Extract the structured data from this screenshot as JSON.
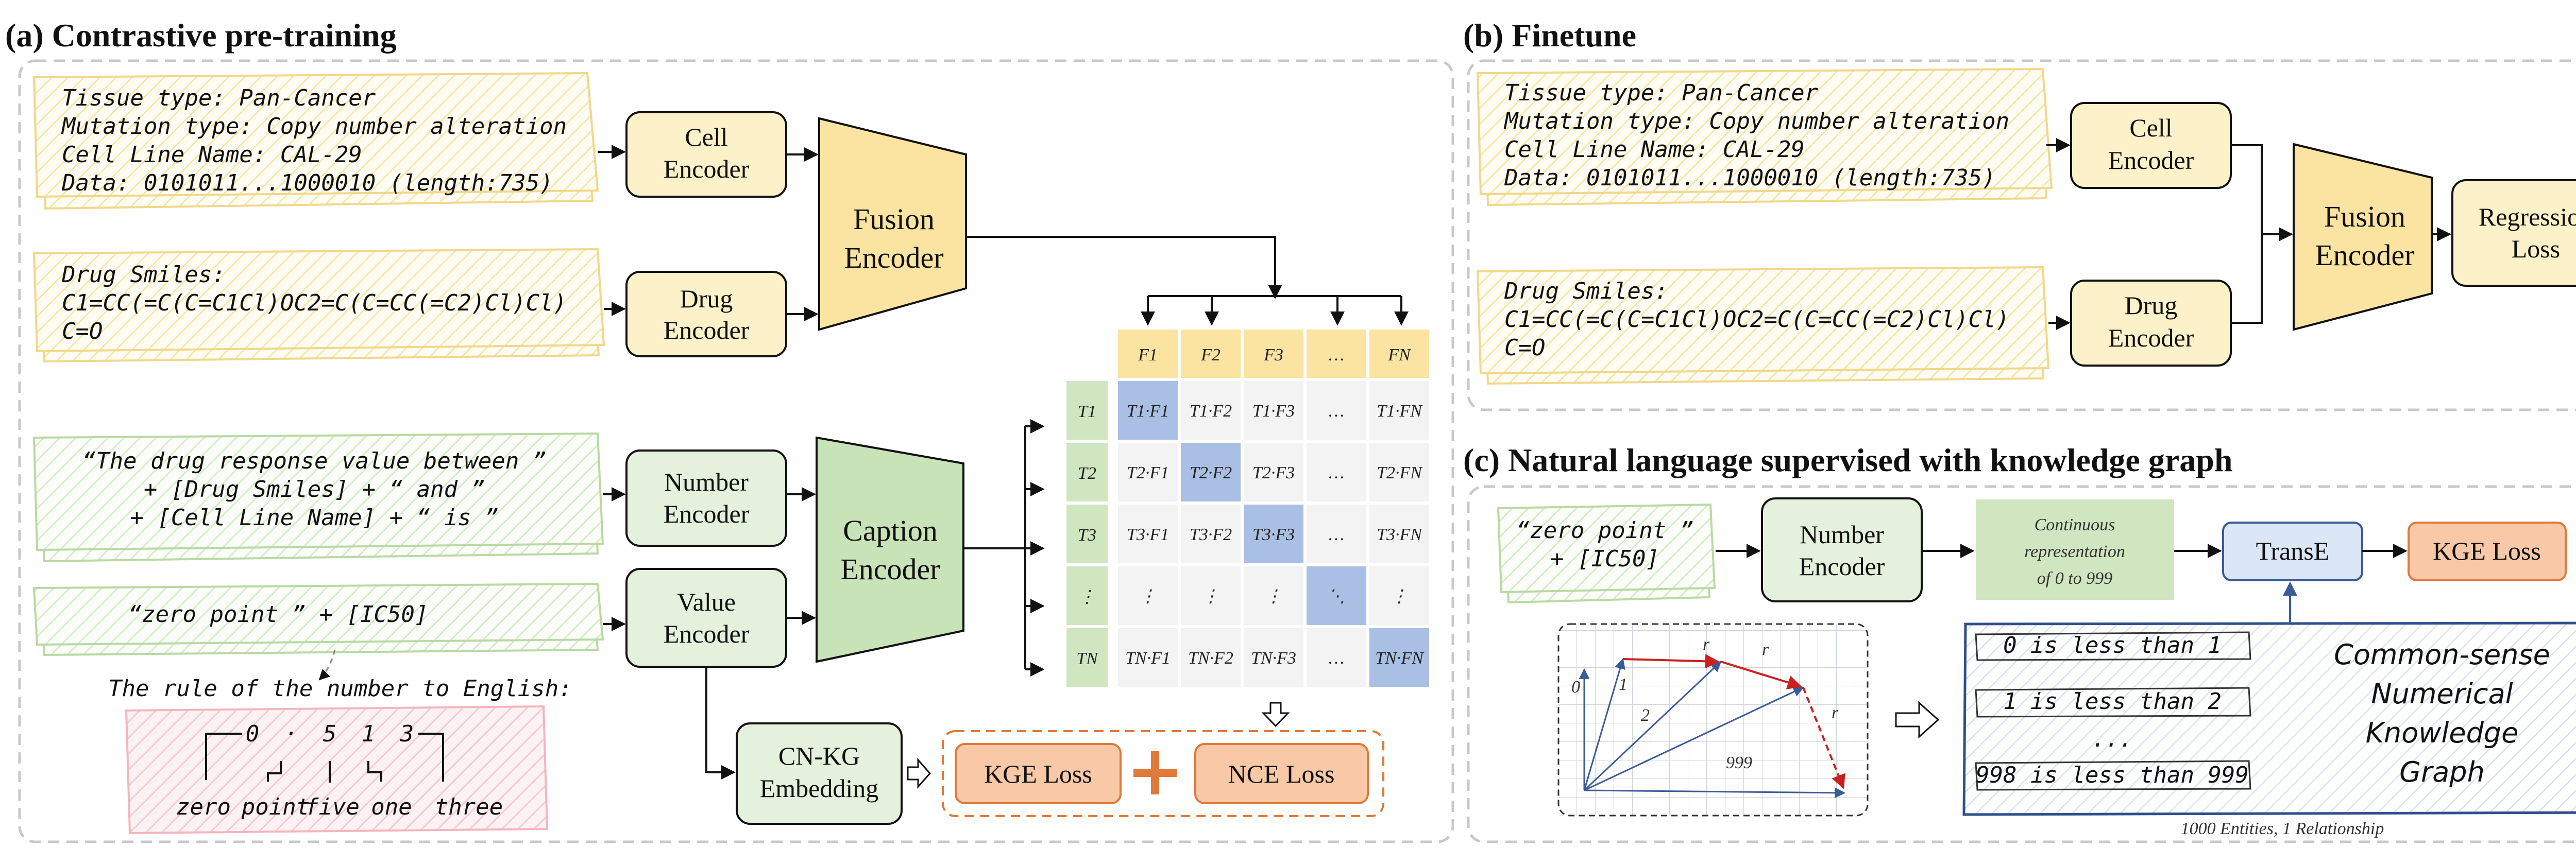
{
  "panels": {
    "a_title": "(a) Contrastive pre-training",
    "b_title": "(b) Finetune",
    "c_title": "(c) Natural language supervised with knowledge graph"
  },
  "cell_info": {
    "line1": "Tissue type: Pan-Cancer",
    "line2": "Mutation type: Copy number alteration",
    "line3": "Cell Line Name: CAL-29",
    "line4": "Data: 0101011...1000010 (length:735)"
  },
  "drug_info": {
    "line1": "Drug Smiles:",
    "line2": "C1=CC(=C(C=C1Cl)OC2=C(C=CC(=C2)Cl)Cl)",
    "line3": "C=O"
  },
  "caption_text": {
    "line1": "“The drug response value between ”",
    "line2": "+ [Drug Smiles] + “ and ”",
    "line3": "+ [Cell Line Name] + “ is ”"
  },
  "value_text": "“zero point ” + [IC50]",
  "rule": {
    "title": "The rule of the number to English:",
    "digits": [
      "0",
      "·",
      "5",
      "1",
      "3"
    ],
    "words": [
      "zero",
      "point",
      "five",
      "one",
      "three"
    ]
  },
  "encoders": {
    "cell": [
      "Cell",
      "Encoder"
    ],
    "drug": [
      "Drug",
      "Encoder"
    ],
    "fusion": [
      "Fusion",
      "Encoder"
    ],
    "number": [
      "Number",
      "Encoder"
    ],
    "value": [
      "Value",
      "Encoder"
    ],
    "caption": [
      "Caption",
      "Encoder"
    ],
    "cnkg": [
      "CN-KG",
      "Embedding"
    ]
  },
  "matrix": {
    "col_headers": [
      "F1",
      "F2",
      "F3",
      "…",
      "FN"
    ],
    "row_headers": [
      "T1",
      "T2",
      "T3",
      "⋮",
      "TN"
    ],
    "cells": [
      [
        "T1·F1",
        "T1·F2",
        "T1·F3",
        "…",
        "T1·FN"
      ],
      [
        "T2·F1",
        "T2·F2",
        "T2·F3",
        "…",
        "T2·FN"
      ],
      [
        "T3·F1",
        "T3·F2",
        "T3·F3",
        "…",
        "T3·FN"
      ],
      [
        "⋮",
        "⋮",
        "⋮",
        "⋱",
        "⋮"
      ],
      [
        "TN·F1",
        "TN·F2",
        "TN·F3",
        "…",
        "TN·FN"
      ]
    ]
  },
  "losses": {
    "kge": "KGE Loss",
    "nce": "NCE Loss",
    "plus": "+",
    "regression": [
      "Regression",
      "Loss"
    ]
  },
  "panel_c": {
    "input": [
      "“zero point ”",
      "+ [IC50]"
    ],
    "continuous": [
      "Continuous",
      "representation",
      "of 0 to 999"
    ],
    "transe": "TransE",
    "kge_loss": "KGE Loss",
    "vector_labels": [
      "0",
      "1",
      "2",
      "999"
    ],
    "relation_label": "r",
    "kg_items": [
      "0 is less than 1",
      "1 is less than 2",
      "...",
      "998 is less than 999"
    ],
    "kg_title": [
      "Common-sense",
      "Numerical",
      "Knowledge",
      "Graph"
    ],
    "kg_note": "1000 Entities, 1 Relationship"
  },
  "colors": {
    "yellow_fill": "#fdf1c9",
    "yellow_stroke": "#f2d78a",
    "green_fill": "#e4f1dc",
    "green_stroke": "#b9d9a3",
    "orange_fill": "#f8c8a7",
    "orange_stroke": "#e07a3a",
    "blue_cell": "#a9bfe4",
    "fusion_fill": "#fbe3a2",
    "caption_fill": "#c8e3b8",
    "pink_fill": "#fbe0e3",
    "transe_fill": "#dbe6f6"
  }
}
